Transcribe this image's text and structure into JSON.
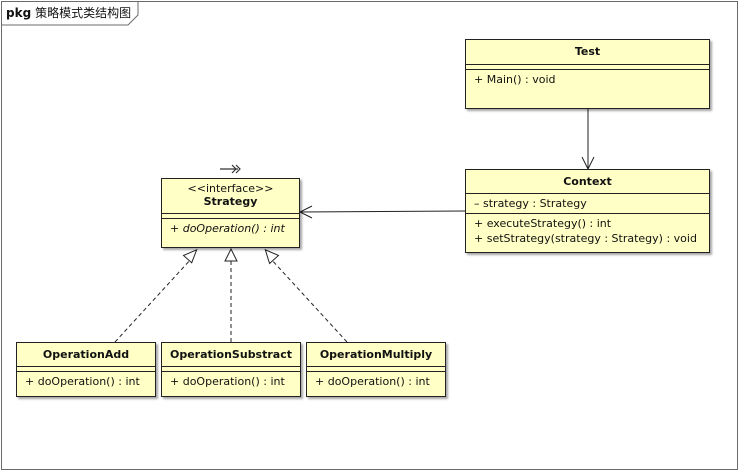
{
  "frame": {
    "keyword": "pkg",
    "name": "策略模式类结构图"
  },
  "classes": {
    "test": {
      "name": "Test",
      "attributes": [],
      "operations": [
        "+ Main() : void"
      ]
    },
    "context": {
      "name": "Context",
      "attributes": [
        "– strategy : Strategy"
      ],
      "operations": [
        "+ executeStrategy() : int",
        "+ setStrategy(strategy : Strategy) : void"
      ]
    },
    "strategy": {
      "stereotype": "<<interface>>",
      "name": "Strategy",
      "attributes": [],
      "operations": [
        "+ doOperation() : int"
      ]
    },
    "operation_add": {
      "name": "OperationAdd",
      "operations": [
        "+ doOperation() : int"
      ]
    },
    "operation_substract": {
      "name": "OperationSubstract",
      "operations": [
        "+ doOperation() : int"
      ]
    },
    "operation_multiply": {
      "name": "OperationMultiply",
      "operations": [
        "+ doOperation() : int"
      ]
    }
  },
  "colors": {
    "class_fill": "#ffffc6",
    "border": "#222222",
    "frame": "#6b6b6b",
    "marker_orange": "#f0a020",
    "marker_green": "#2e8b57"
  }
}
